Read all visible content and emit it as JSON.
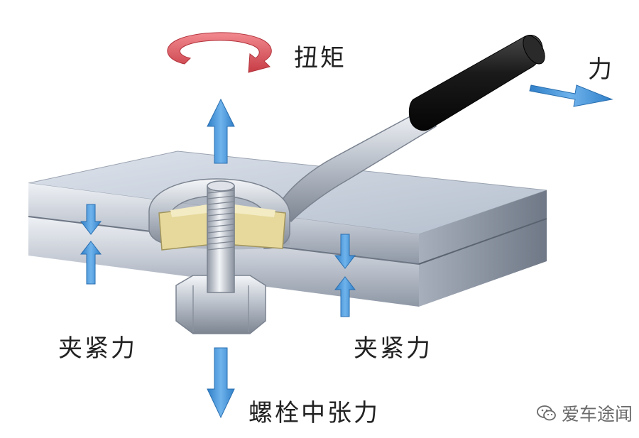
{
  "labels": {
    "torque": "扭矩",
    "force": "力",
    "clamp_left": "夹紧力",
    "clamp_right": "夹紧力",
    "bolt_tension": "螺栓中张力"
  },
  "watermark": {
    "text": "爱车途闻",
    "icon": "wechat-icon"
  },
  "colors": {
    "arrow_blue": "#3f8fd6",
    "torque_red": "#e0525a",
    "plate_silver": "#c9ced6",
    "wrench_steel": "#b5bcc5",
    "handle_grip": "#1b1b1b",
    "nut_brass": "#e2d59a"
  }
}
